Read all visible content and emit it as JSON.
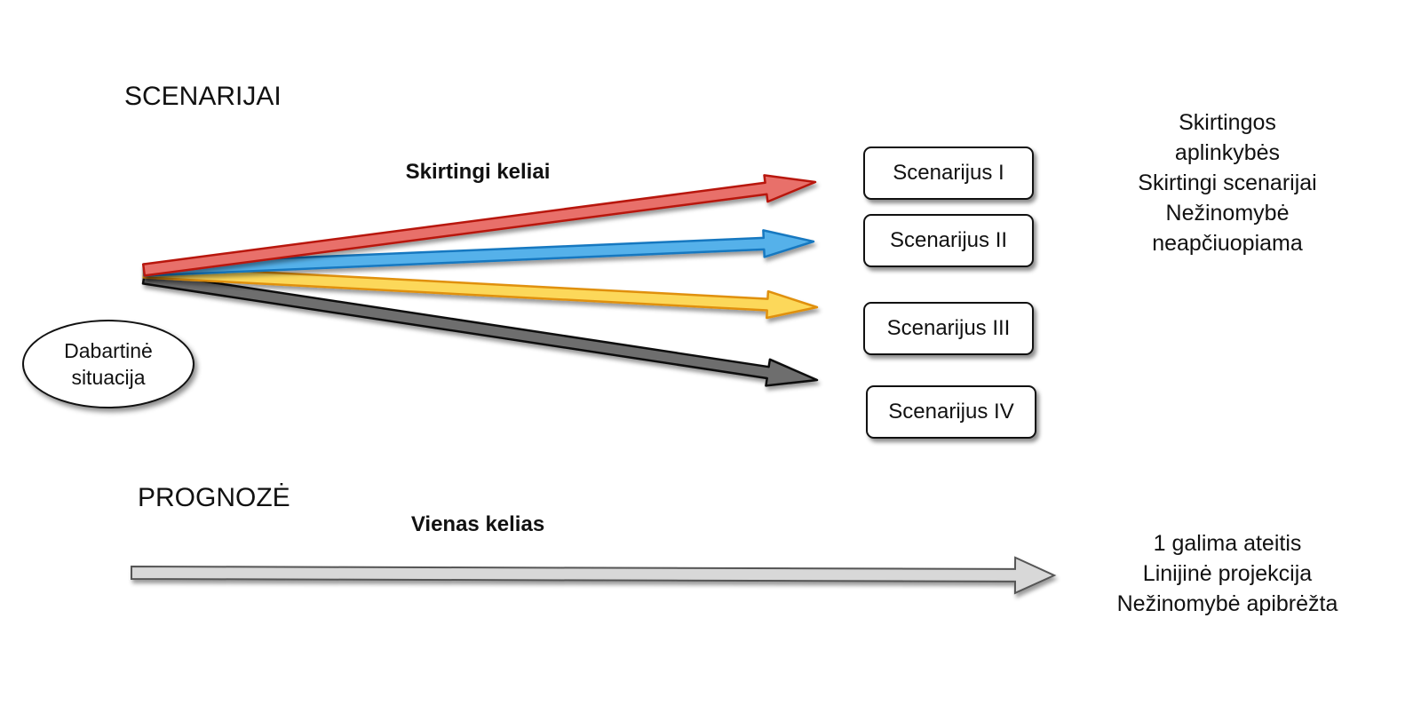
{
  "scenarios_section": {
    "title": "SCENARIJAI",
    "paths_label": "Skirtingi keliai",
    "start_node": {
      "line1": "Dabartinė",
      "line2": "situacija"
    },
    "scenarios": [
      {
        "label": "Scenarijus I",
        "color": "#e8706a",
        "stroke": "#b8180c"
      },
      {
        "label": "Scenarijus II",
        "color": "#55b1ea",
        "stroke": "#1878c0"
      },
      {
        "label": "Scenarijus III",
        "color": "#fcd85a",
        "stroke": "#e09010"
      },
      {
        "label": "Scenarijus IV",
        "color": "#6e6e6e",
        "stroke": "#111111"
      }
    ],
    "notes": [
      "Skirtingos",
      "aplinkybės",
      "Skirtingi scenarijai",
      "Nežinomybė",
      "neapčiuopiama"
    ]
  },
  "forecast_section": {
    "title": "PROGNOZĖ",
    "path_label": "Vienas kelias",
    "arrow_color": "#d8d8d8",
    "arrow_stroke": "#555555",
    "notes": [
      "1 galima ateitis",
      "Linijinė projekcija",
      "Nežinomybė apibrėžta"
    ]
  }
}
